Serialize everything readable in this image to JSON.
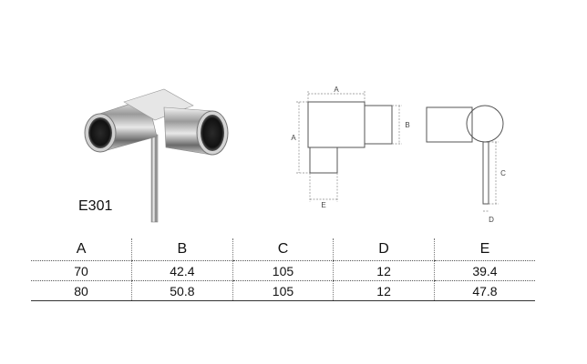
{
  "product": {
    "code": "E301"
  },
  "drawing": {
    "front_labels": [
      "A",
      "B",
      "A",
      "E"
    ],
    "side_labels": [
      "C",
      "D"
    ]
  },
  "table": {
    "headers": [
      "A",
      "B",
      "C",
      "D",
      "E"
    ],
    "rows": [
      [
        "70",
        "42.4",
        "105",
        "12",
        "39.4"
      ],
      [
        "80",
        "50.8",
        "105",
        "12",
        "47.8"
      ]
    ]
  }
}
